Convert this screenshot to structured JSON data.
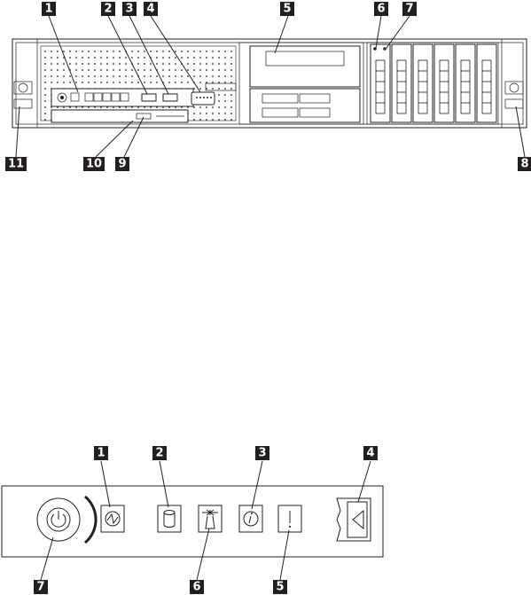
{
  "figure_top": {
    "callouts": [
      "1",
      "2",
      "3",
      "4",
      "5",
      "6",
      "7",
      "8",
      "9",
      "10",
      "11"
    ]
  },
  "figure_bottom": {
    "callouts": [
      "1",
      "2",
      "3",
      "4",
      "5",
      "6",
      "7"
    ],
    "icons": [
      "power-icon",
      "power-led-icon",
      "hard-disk-activity-icon",
      "locator-beacon-icon",
      "information-icon",
      "error-exclamation-icon",
      "dvd-eject-triangle-icon"
    ]
  }
}
